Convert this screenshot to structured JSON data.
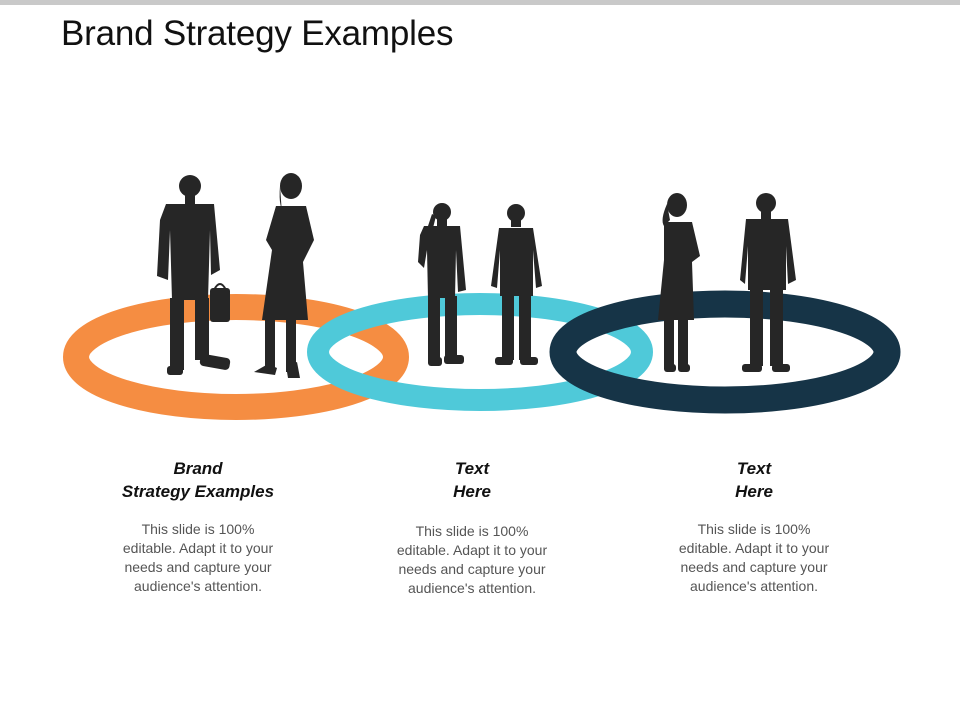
{
  "title": "Brand Strategy Examples",
  "rings": [
    {
      "color": "#F58D42"
    },
    {
      "color": "#4FC9D9"
    },
    {
      "color": "#163447"
    }
  ],
  "figure_color": "#262626",
  "columns": [
    {
      "heading": [
        "Brand",
        "Strategy Examples"
      ],
      "body": [
        "This slide is 100%",
        "editable. Adapt it to your",
        "needs and capture your",
        "audience's attention."
      ]
    },
    {
      "heading": [
        "Text",
        "Here"
      ],
      "body": [
        "This slide is 100%",
        "editable. Adapt it to your",
        "needs and capture your",
        "audience's attention."
      ]
    },
    {
      "heading": [
        "Text",
        "Here"
      ],
      "body": [
        "This slide is 100%",
        "editable. Adapt it to your",
        "needs and capture your",
        "audience's attention."
      ]
    }
  ]
}
